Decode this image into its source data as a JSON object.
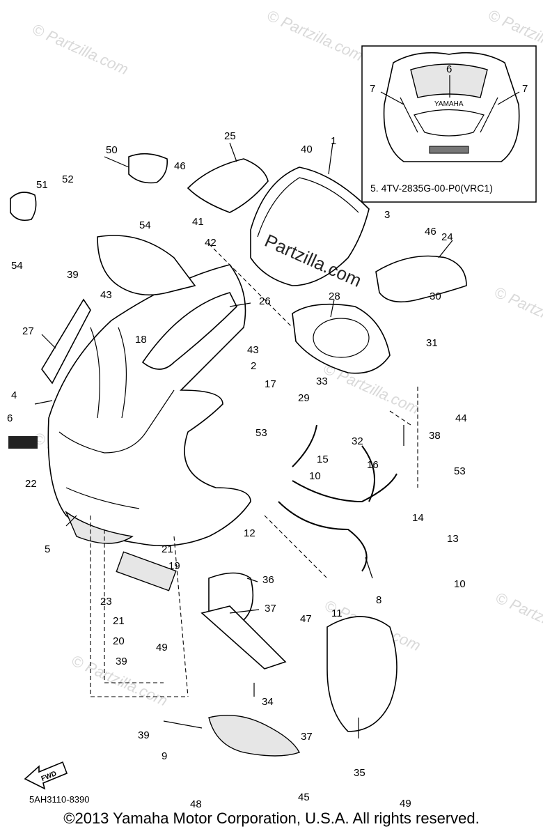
{
  "watermark": "© Partzilla.com",
  "center_watermark": "Partzilla.com",
  "inset": {
    "caption": "5. 4TV-2835G-00-P0(VRC1)",
    "callouts": [
      "6",
      "7",
      "7"
    ],
    "emblem_text": "YAMAHA"
  },
  "callouts": [
    "1",
    "2",
    "3",
    "4",
    "5",
    "6",
    "8",
    "9",
    "10",
    "10",
    "11",
    "12",
    "13",
    "14",
    "15",
    "16",
    "17",
    "18",
    "19",
    "20",
    "21",
    "21",
    "22",
    "23",
    "24",
    "25",
    "26",
    "27",
    "28",
    "29",
    "30",
    "31",
    "32",
    "33",
    "34",
    "35",
    "36",
    "37",
    "37",
    "38",
    "39",
    "39",
    "39",
    "40",
    "41",
    "42",
    "43",
    "43",
    "44",
    "45",
    "46",
    "46",
    "47",
    "48",
    "49",
    "49",
    "50",
    "51",
    "52",
    "53",
    "53",
    "54",
    "54"
  ],
  "fwd_label": "FWD",
  "diagram_code": "5AH3110-8390",
  "copyright": "©2013 Yamaha Motor Corporation, U.S.A. All rights reserved."
}
